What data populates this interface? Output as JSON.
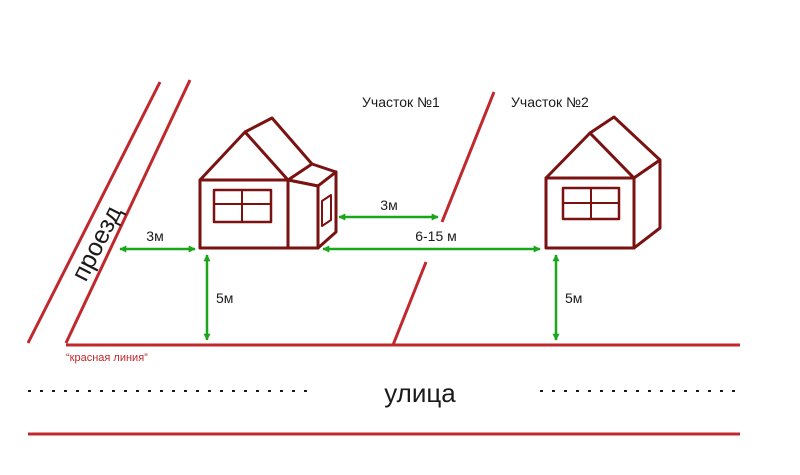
{
  "labels": {
    "plot1": "Участок  №1",
    "plot2": "Участок  №2",
    "driveway": "проезд",
    "street": "улица",
    "red_line": "“красная линия”"
  },
  "distances": {
    "house_to_driveway": "3м",
    "house_to_boundary": "3м",
    "house_to_house": "6-15 м",
    "house1_to_red_line": "5м",
    "house2_to_red_line": "5м"
  },
  "colors": {
    "line": "#c0282d",
    "house": "#7a1212",
    "arrow": "#1aa51a",
    "text": "#1a1a1a"
  }
}
